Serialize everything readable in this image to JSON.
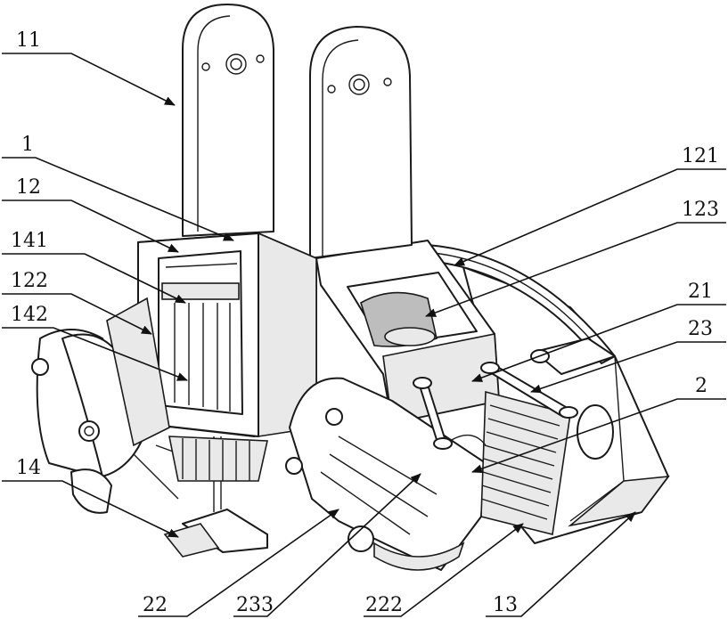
{
  "labels": {
    "l11": "11",
    "l1": "1",
    "l12": "12",
    "l141": "141",
    "l122": "122",
    "l142": "142",
    "l14": "14",
    "l121": "121",
    "l123": "123",
    "l21": "21",
    "l23": "23",
    "l2": "2",
    "l22": "22",
    "l233": "233",
    "l222": "222",
    "l13": "13"
  }
}
